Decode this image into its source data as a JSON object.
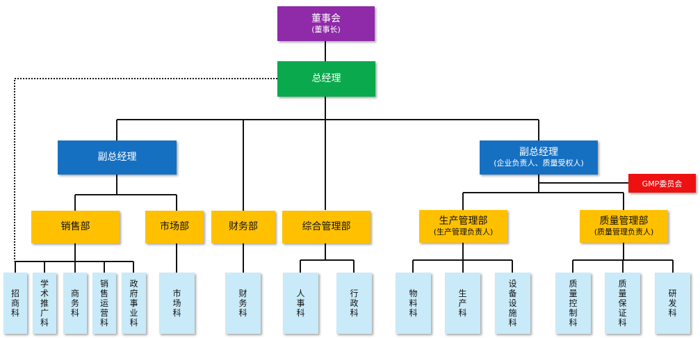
{
  "board": {
    "title": "董事会",
    "subtitle": "(董事长)"
  },
  "gm": {
    "title": "总经理"
  },
  "vp_left": {
    "title": "副总经理"
  },
  "vp_right": {
    "title": "副总经理",
    "subtitle": "(企业负责人、质量受权人)"
  },
  "gmp": {
    "title": "GMP委员会"
  },
  "departments": {
    "sales": "销售部",
    "market": "市场部",
    "finance": "财务部",
    "admin": "综合管理部",
    "production": {
      "title": "生产管理部",
      "subtitle": "(生产管理负责人)"
    },
    "quality": {
      "title": "质量管理部",
      "subtitle": "(质量管理负责人)"
    }
  },
  "sections": {
    "zhaoshang": "招商科",
    "xueshu": "学术推广科",
    "shangwu": "商务科",
    "xiaoshou": "销售运营科",
    "zhengfu": "政府事业科",
    "shichang": "市场科",
    "caiwu": "财务科",
    "renshi": "人事科",
    "xingzheng": "行政科",
    "wuliao": "物料科",
    "shengchan": "生产科",
    "shebei": "设备设施科",
    "zhikong": "质量控制科",
    "zhibao": "质量保证科",
    "yanfa": "研发科"
  },
  "colors": {
    "board": "#8f2aa8",
    "gm": "#0ba94e",
    "vp": "#1670c2",
    "department": "#ffc000",
    "gmp": "#ee1111",
    "section": "#c9eaf8",
    "line": "#111111"
  }
}
